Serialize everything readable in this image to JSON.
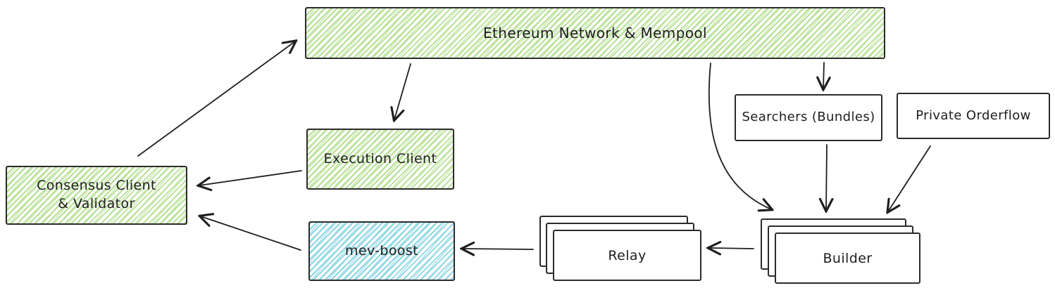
{
  "diagram": {
    "type": "architecture-flow-diagram",
    "topic": "Ethereum MEV-Boost block building architecture",
    "colors": {
      "green_hatch": "#b2df8f",
      "blue_hatch": "#86d3e2",
      "stroke": "#1e1e1e",
      "background": "#ffffff"
    },
    "nodes": {
      "ethereum": {
        "label": "Ethereum Network & Mempool",
        "fill": "green-hatch"
      },
      "execution": {
        "label": "Execution Client",
        "fill": "green-hatch"
      },
      "consensus": {
        "label": "Consensus Client\n& Validator",
        "fill": "green-hatch"
      },
      "mevboost": {
        "label": "mev-boost",
        "fill": "blue-hatch"
      },
      "relay": {
        "label": "Relay",
        "fill": "white",
        "stacked": true
      },
      "builder": {
        "label": "Builder",
        "fill": "white",
        "stacked": true
      },
      "searchers": {
        "label": "Searchers (Bundles)",
        "fill": "white"
      },
      "private_orderflow": {
        "label": "Private Orderflow",
        "fill": "white"
      }
    },
    "edges": [
      {
        "from": "Consensus Client & Validator",
        "to": "Ethereum Network & Mempool"
      },
      {
        "from": "Ethereum Network & Mempool",
        "to": "Execution Client"
      },
      {
        "from": "Execution Client",
        "to": "Consensus Client & Validator"
      },
      {
        "from": "mev-boost",
        "to": "Consensus Client & Validator"
      },
      {
        "from": "Relay",
        "to": "mev-boost"
      },
      {
        "from": "Builder",
        "to": "Relay"
      },
      {
        "from": "Ethereum Network & Mempool",
        "to": "Builder"
      },
      {
        "from": "Ethereum Network & Mempool",
        "to": "Searchers (Bundles)"
      },
      {
        "from": "Searchers (Bundles)",
        "to": "Builder"
      },
      {
        "from": "Private Orderflow",
        "to": "Builder"
      }
    ]
  }
}
